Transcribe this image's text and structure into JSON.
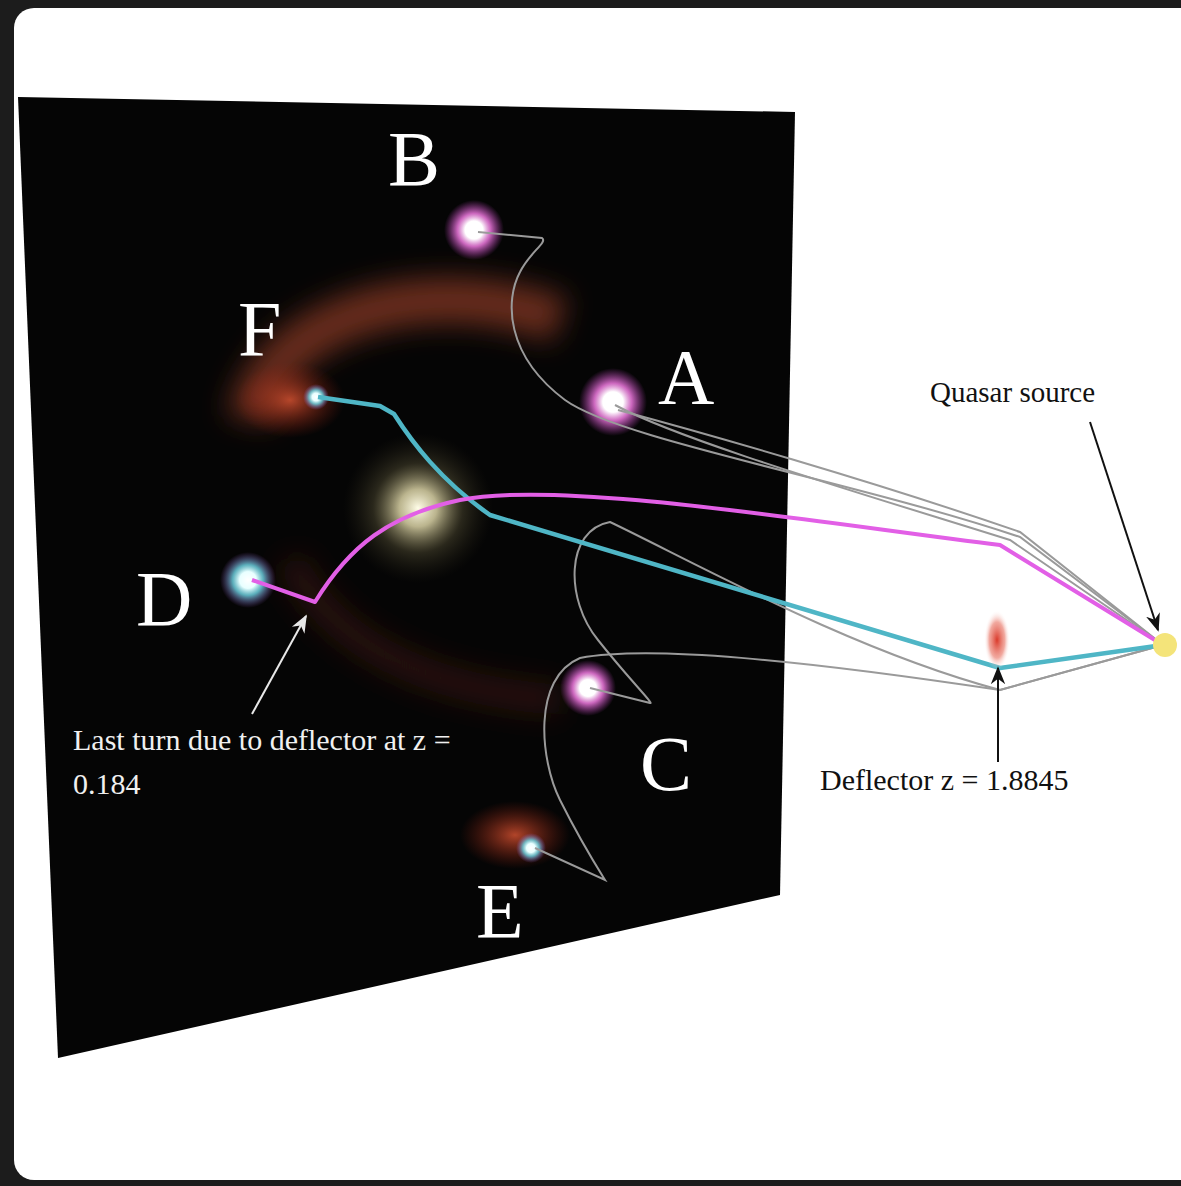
{
  "diagram": {
    "labels": [
      "B",
      "F",
      "A",
      "Quasar source",
      "D",
      "Last turn due to deflector at z = 0.184",
      "C",
      "Deflector z = 1.8845",
      "E"
    ]
  }
}
